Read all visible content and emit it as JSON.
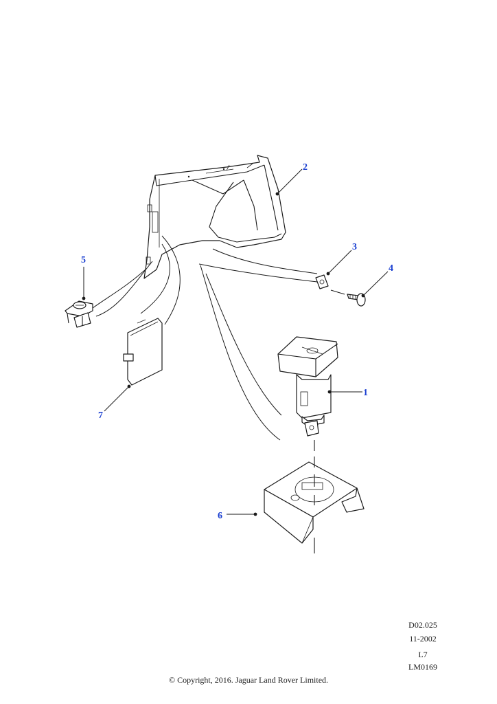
{
  "diagram": {
    "callouts": [
      {
        "id": "1",
        "label": "1"
      },
      {
        "id": "2",
        "label": "2"
      },
      {
        "id": "3",
        "label": "3"
      },
      {
        "id": "4",
        "label": "4"
      },
      {
        "id": "5",
        "label": "5"
      },
      {
        "id": "6",
        "label": "6"
      },
      {
        "id": "7",
        "label": "7"
      }
    ],
    "callout_color": "#1a3fd1",
    "line_color": "#1a1a1a"
  },
  "meta": {
    "ref_code": "D02.025",
    "date": "11-2002",
    "model": "L7",
    "illustration_id": "LM0169"
  },
  "footer": {
    "copyright": "© Copyright, 2016. Jaguar Land Rover Limited."
  }
}
